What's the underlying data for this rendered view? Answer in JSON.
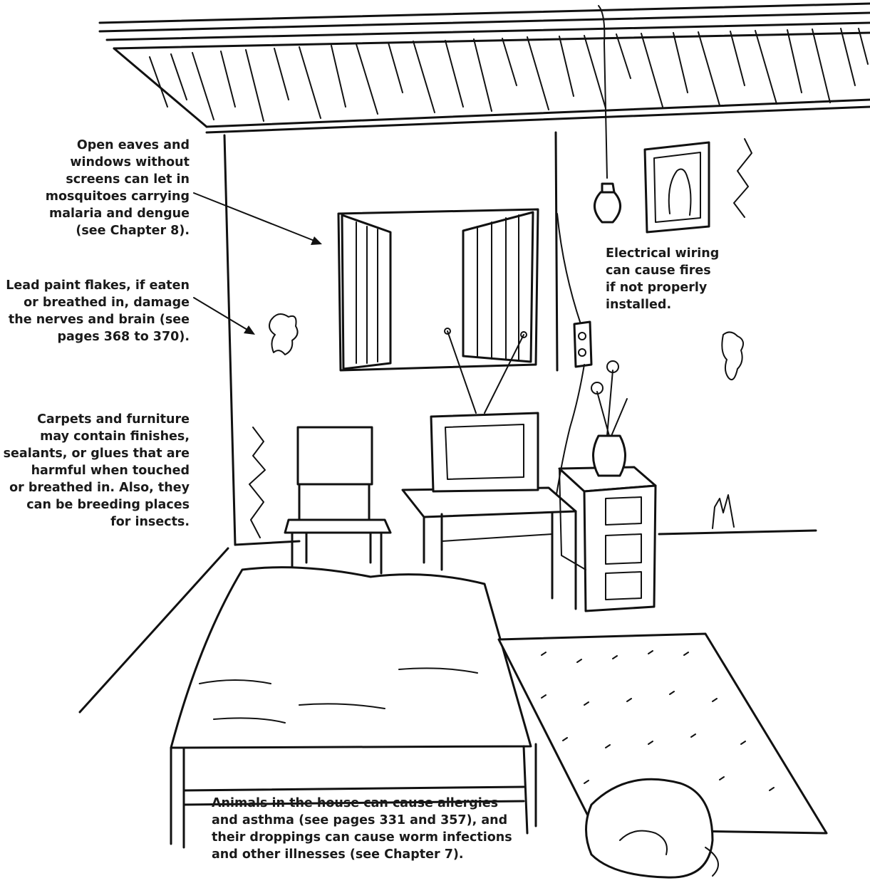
{
  "callouts": {
    "eaves": "Open eaves and\nwindows without\nscreens can let in\nmosquitoes carrying\nmalaria and dengue\n(see Chapter 8).",
    "lead_paint": "Lead paint flakes, if eaten\nor breathed in, damage\nthe nerves and brain (see\npages 368 to 370).",
    "carpets": "Carpets and furniture\nmay contain finishes,\nsealants, or glues that are\nharmful when touched\nor breathed in. Also, they\ncan be breeding places\nfor insects.",
    "wiring": "Electrical wiring\ncan cause fires\nif not properly\ninstalled.",
    "animals": "Animals in the house can cause allergies\nand asthma (see pages 331 and 357), and\ntheir droppings can cause worm infections\nand other illnesses (see Chapter 7)."
  },
  "colors": {
    "ink": "#111111",
    "background": "#ffffff"
  }
}
